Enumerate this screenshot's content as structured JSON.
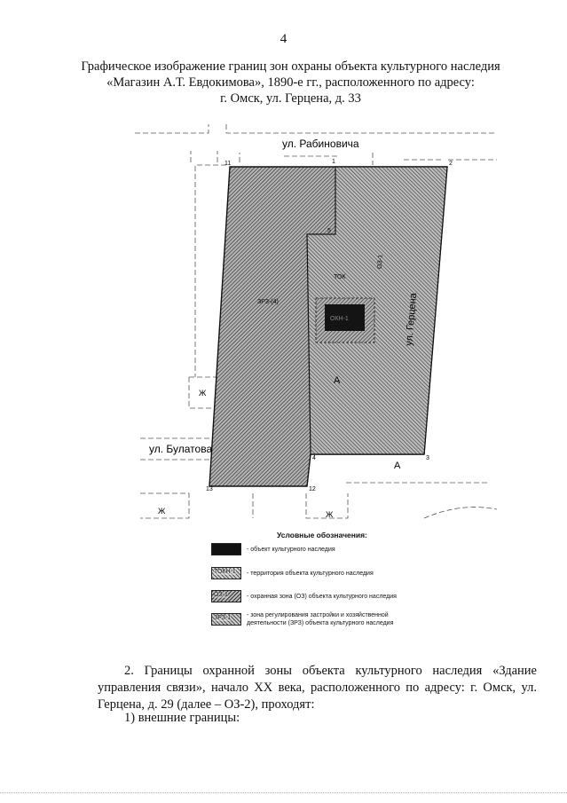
{
  "page_number": "4",
  "title": {
    "line1": "Графическое изображение границ зон охраны объекта культурного наследия",
    "line2": "«Магазин А.Т. Евдокимова», 1890-е гг., расположенного по адресу:",
    "line3": "г. Омск, ул. Герцена, д. 33"
  },
  "map": {
    "streets": {
      "rabinovich": "ул. Рабиновича",
      "bulatova": "ул. Булатова",
      "gertsena": "ул. Герцена"
    },
    "point_labels": [
      "1",
      "2",
      "3",
      "4",
      "11",
      "12",
      "13",
      "5"
    ],
    "zone_labels": {
      "oz": "ОЗ-1",
      "zrz": "ЗРЗ-(4)",
      "tok": "ТОК",
      "okn": "ОКН-1",
      "a1": "А",
      "a2": "А"
    },
    "building_markers": [
      "Ж",
      "Ж",
      "Ж"
    ]
  },
  "legend": {
    "title": "Условные обозначения:",
    "items": [
      {
        "text": "- объект культурного наследия",
        "box_label": ""
      },
      {
        "text": "- территория объекта культурного наследия",
        "box_label": "ТОКН-1"
      },
      {
        "text": "- охранная зона (ОЗ) объекта культурного наследия",
        "box_label": "ОЗ-1"
      },
      {
        "text": "- зона регулирования застройки и хозяйственной деятельности (ЗРЗ) объекта культурного наследия",
        "box_label": "ЗРЗ-1"
      }
    ]
  },
  "body": {
    "paragraph": "2. Границы охранной зоны объекта культурного наследия «Здание управления связи», начало ХХ века, расположенного по адресу: г. Омск, ул. Герцена, д. 29 (далее – ОЗ-2), проходят:",
    "sub_item": "1) внешние границы:"
  }
}
